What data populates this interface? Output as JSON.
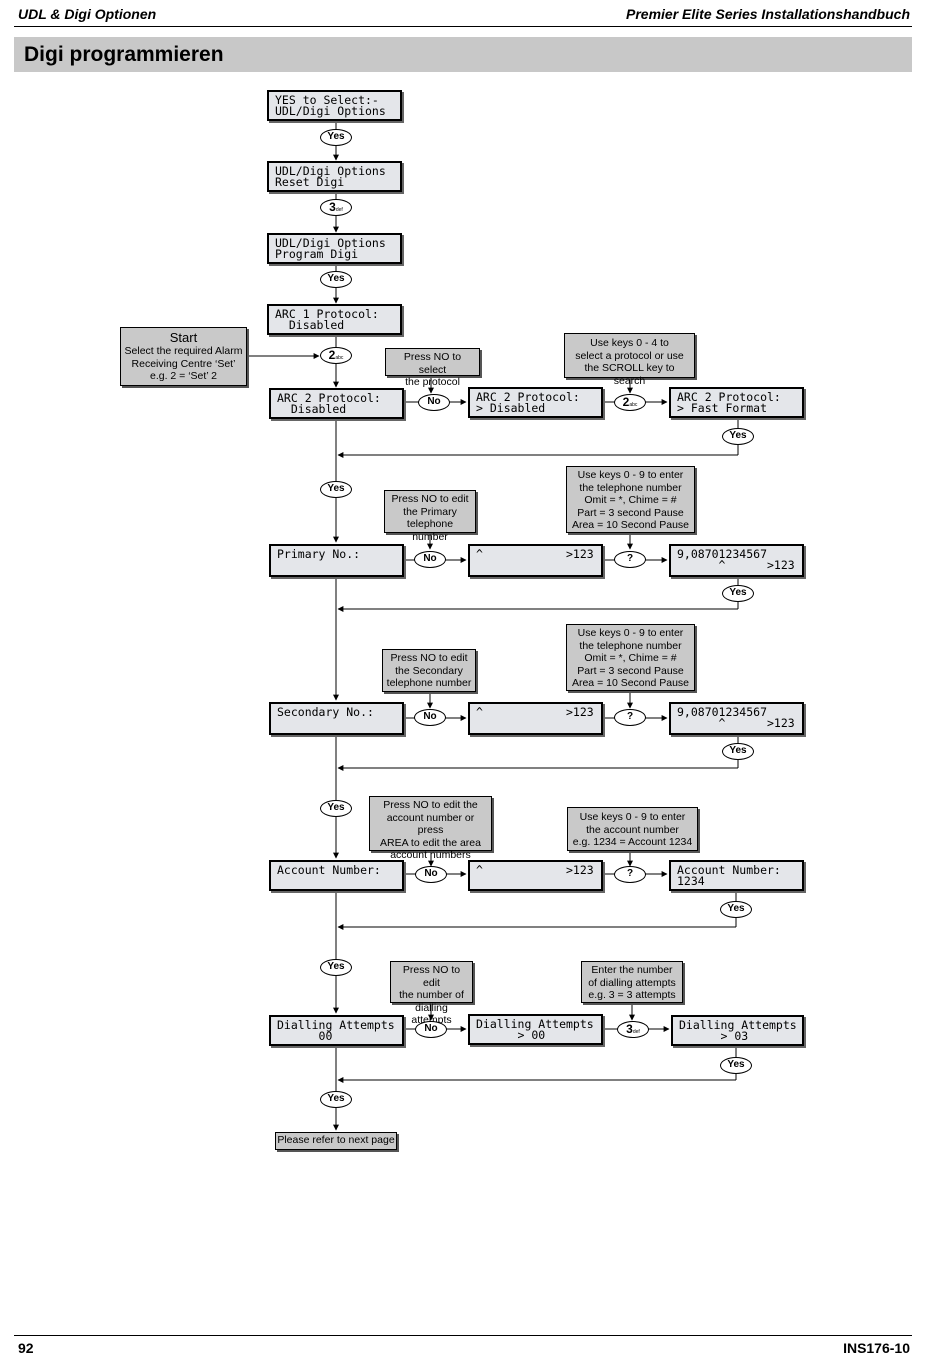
{
  "header": {
    "left": "UDL & Digi Optionen",
    "right": "Premier Elite Series Installationshandbuch"
  },
  "title": "Digi programmieren",
  "footer": {
    "page": "92",
    "doc": "INS176-10"
  },
  "flow": {
    "lcd": {
      "yes_select": [
        "YES to Select:-",
        "UDL/Digi Options"
      ],
      "reset_digi": [
        "UDL/Digi Options",
        "Reset Digi"
      ],
      "program_digi": [
        "UDL/Digi Options",
        "Program Digi"
      ],
      "arc1": [
        "ARC 1 Protocol:",
        "  Disabled"
      ],
      "arc2": [
        "ARC 2 Protocol:",
        "  Disabled"
      ],
      "arc2_sel": [
        "ARC 2 Protocol:",
        "> Disabled"
      ],
      "arc2_fast": [
        "ARC 2 Protocol:",
        "> Fast Format"
      ],
      "primary": [
        "Primary No.:",
        ""
      ],
      "primary_entry": [
        "",
        "^            >123"
      ],
      "primary_result": [
        "9,08701234567",
        "      ^      >123"
      ],
      "secondary": [
        "Secondary No.:",
        ""
      ],
      "secondary_entry": [
        "",
        "^            >123"
      ],
      "secondary_result": [
        "9,08701234567",
        "      ^      >123"
      ],
      "account": [
        "Account Number:",
        ""
      ],
      "account_entry": [
        "",
        "^            >123"
      ],
      "account_result": [
        "Account Number:",
        "1234"
      ],
      "dialling": [
        "Dialling Attempts",
        "      00"
      ],
      "dialling_sel": [
        "Dialling Attempts",
        "      > 00"
      ],
      "dialling_result": [
        "Dialling Attempts",
        "      > 03"
      ]
    },
    "notes": {
      "start": [
        "Start",
        "Select the required Alarm",
        "Receiving Centre ‘Set’",
        "e.g. 2 =  ‘Set’ 2"
      ],
      "press_no_protocol": [
        "Press NO to select",
        "the  protocol"
      ],
      "use_keys_protocol": [
        "Use keys 0 - 4 to",
        "select a protocol or use",
        "the SCROLL key to search"
      ],
      "press_no_primary": [
        "Press NO to edit",
        "the  Primary",
        "telephone number"
      ],
      "use_keys_primary": [
        "Use keys 0 - 9 to enter",
        "the telephone number",
        "Omit =  *, Chime =  #",
        "Part =  3 second Pause",
        "Area =  10 Second Pause"
      ],
      "press_no_secondary": [
        "Press NO to edit",
        "the  Secondary",
        "telephone number"
      ],
      "use_keys_secondary": [
        "Use keys 0 - 9 to enter",
        "the telephone number",
        "Omit =  *, Chime =  #",
        "Part =  3 second Pause",
        "Area =  10 Second Pause"
      ],
      "press_no_account": [
        "Press NO to edit the",
        "account number or press",
        "AREA to edit the area",
        "account numbers"
      ],
      "use_keys_account": [
        "Use keys 0 - 9 to enter",
        "the account number",
        "e.g. 1234 =  Account 1234"
      ],
      "press_no_dialling": [
        "Press NO to edit",
        "the number of",
        "dialling attempts"
      ],
      "enter_dialling": [
        "Enter the number",
        "of dialling attempts",
        "e.g. 3 =  3 attempts"
      ]
    },
    "keys": {
      "yes": "Yes",
      "no": "No",
      "query": "?",
      "three": "3",
      "two": "2",
      "def": "def",
      "abc": "abc"
    },
    "refer": "Please refer to next page"
  }
}
